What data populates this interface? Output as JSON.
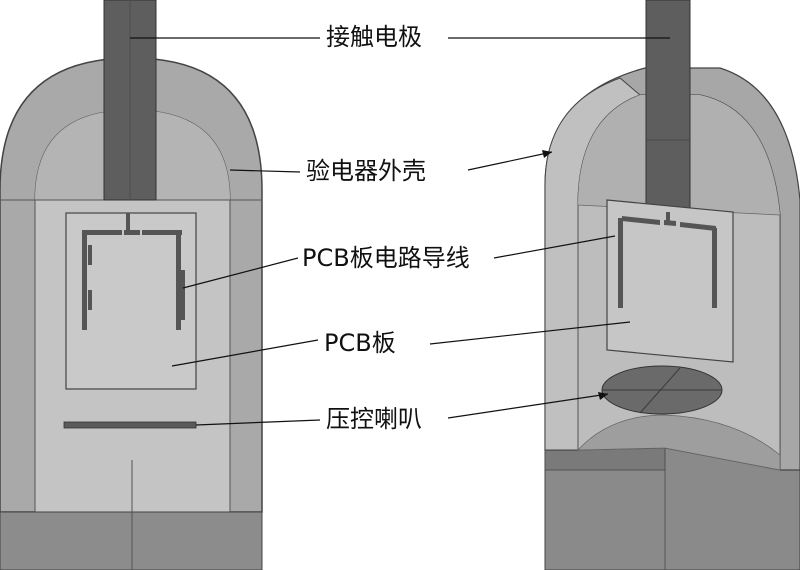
{
  "labels": {
    "contact_electrode": "接触电极",
    "electroscope_shell": "验电器外壳",
    "pcb_traces": "PCB板电路导线",
    "pcb_board": "PCB板",
    "piezo_speaker": "压控喇叭"
  },
  "colors": {
    "shell": "#a6a6a6",
    "shell_dark": "#8e8e8e",
    "interior": "#c6c6c6",
    "rod": "#5f5f5f",
    "trace": "#555555",
    "base": "#8a8a8a",
    "outline": "#333333"
  }
}
